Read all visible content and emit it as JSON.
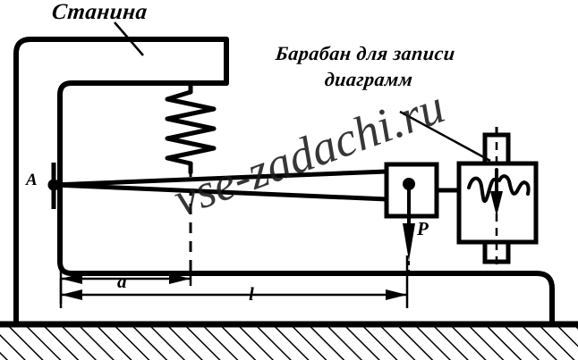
{
  "figure": {
    "title_labels": {
      "frame": "Станина",
      "drum_line1": "Барабан для записи",
      "drum_line2": "диаграмм"
    },
    "annotations": {
      "pivot_point": "A",
      "force": "P",
      "dim_short": "a",
      "dim_long": "l"
    },
    "watermark": "vse-zadachi.ru",
    "colors": {
      "ink": "#000000",
      "background": "#ffffff"
    },
    "components": [
      {
        "name": "frame-c-column",
        "description": "C-shaped machine frame column"
      },
      {
        "name": "frame-top-arm",
        "description": "Upper horizontal arm of the frame"
      },
      {
        "name": "coil-spring",
        "description": "Helical compression spring",
        "turns": 8
      },
      {
        "name": "tapered-lever",
        "description": "Tapered lever pivoting at point A"
      },
      {
        "name": "load-block",
        "description": "Block carrying downward load P"
      },
      {
        "name": "recording-drum",
        "description": "Drum with diagram trace"
      },
      {
        "name": "stylus-arm",
        "description": "Horizontal stylus link from block to drum"
      },
      {
        "name": "ground-hatching",
        "description": "Hatched ground / foundation"
      },
      {
        "name": "dimension-a",
        "description": "Dimension a from frame to spring axis"
      },
      {
        "name": "dimension-l",
        "description": "Dimension l from frame to load line"
      }
    ]
  }
}
